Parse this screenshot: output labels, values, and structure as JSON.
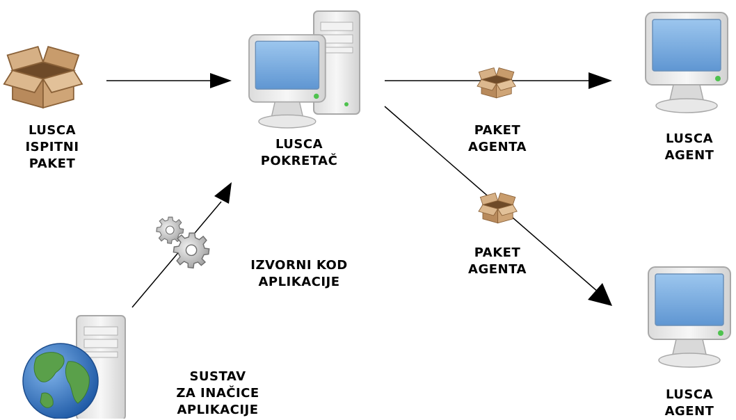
{
  "labels": {
    "test_package": [
      "LUSCA",
      "ISPITNI",
      "PAKET"
    ],
    "launcher": [
      "LUSCA",
      "POKRETAČ"
    ],
    "agent_package_top": [
      "PAKET",
      "AGENTA"
    ],
    "agent_top": [
      "LUSCA",
      "AGENT"
    ],
    "agent_package_bottom": [
      "PAKET",
      "AGENTA"
    ],
    "source_code": [
      "IZVORNI KOD",
      "APLIKACIJE"
    ],
    "vcs": [
      "SUSTAV",
      "ZA INAČICE",
      "APLIKACIJE"
    ],
    "agent_bottom": [
      "LUSCA",
      "AGENT"
    ]
  },
  "icons": {
    "test_package": "package-box-icon",
    "launcher": "desktop-computer-icon",
    "agent_top": "monitor-icon",
    "agent_bottom": "monitor-icon",
    "agent_package": "package-box-icon",
    "source_code": "gears-icon",
    "vcs": "network-server-icon"
  },
  "colors": {
    "box": "#c9a27a",
    "box_dark": "#9c7449",
    "screen": "#7fb0e0",
    "case": "#e6e6e6",
    "globe_sea": "#3a78c0",
    "globe_land": "#5aa04a"
  }
}
